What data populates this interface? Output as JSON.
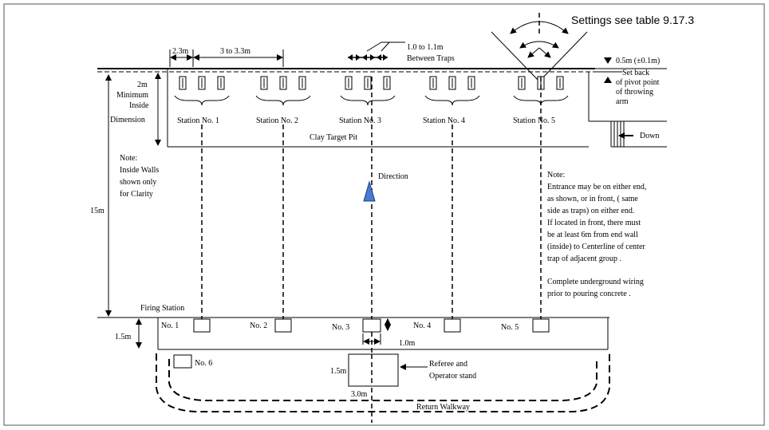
{
  "settings_note": "Settings see table 9.17.3",
  "dims": {
    "d_2_3": "2.3m",
    "d_3_to_3_3": "3 to 3.3m",
    "d_traps_range": "1.0 to 1.1m",
    "d_traps_label": "Between Traps",
    "d_0_5": "0.5m (±0.1m)",
    "setback_1": "Set back",
    "setback_2": "of pivot point",
    "setback_3": "of throwing",
    "setback_4": "arm",
    "d_2m_1": "2m",
    "d_2m_2": "Minimum",
    "d_2m_3": "Inside",
    "d_2m_4": "Dimension",
    "d_15m": "15m",
    "d_1_5m": "1.5m",
    "d_1_0m": "1.0m",
    "stand_1_5m": "1.5m",
    "stand_3_0m": "3.0m"
  },
  "stations": [
    "Station No. 1",
    "Station No. 2",
    "Station No. 3",
    "Station No. 4",
    "Station No. 5"
  ],
  "pit_label": "Clay Target Pit",
  "down_label": "Down",
  "direction_label": "Direction",
  "note_left": [
    "Note:",
    "Inside Walls",
    "shown only",
    "for Clarity"
  ],
  "note_right": [
    "Note:",
    "Entrance may be on either end,",
    "as shown, or in front, ( same",
    "side as traps) on either end.",
    "If located in front, there must",
    "be at least 6m from end wall",
    "(inside) to Centerline of center",
    "trap of adjacent group .",
    "",
    "Complete underground wiring",
    "prior to pouring concrete ."
  ],
  "firing_station_label": "Firing Station",
  "positions": [
    "No. 1",
    "No. 2",
    "No. 3",
    "No. 4",
    "No. 5",
    "No. 6"
  ],
  "referee_1": "Referee and",
  "referee_2": "Operator stand",
  "return_walkway": "Return Walkway"
}
